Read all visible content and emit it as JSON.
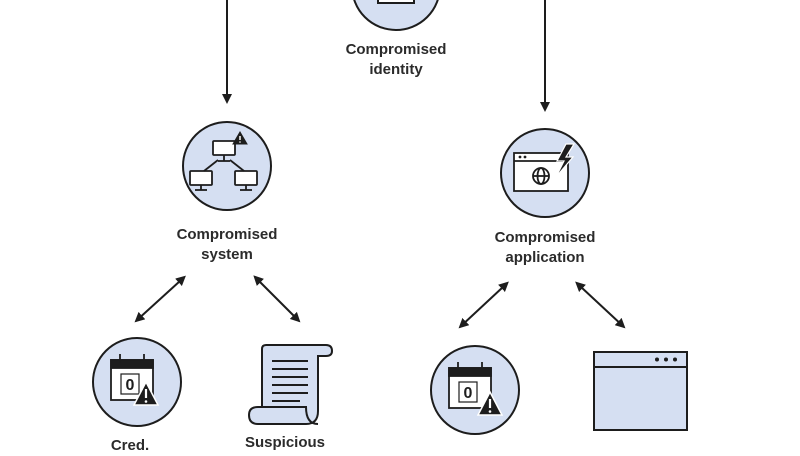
{
  "colors": {
    "node_fill": "#d5dff2",
    "stroke": "#1d1d1d",
    "white": "#ffffff"
  },
  "nodes": {
    "identity": {
      "line1": "Compromised",
      "line2": "identity",
      "icon": "id-card-icon"
    },
    "system": {
      "line1": "Compromised",
      "line2": "system",
      "icon": "network-alert-icon"
    },
    "application": {
      "line1": "Compromised",
      "line2": "application",
      "icon": "app-window-attack-icon"
    },
    "left_calendar": {
      "line1": "Cred.",
      "line2": "",
      "icon": "calendar-warning-icon",
      "day": "0"
    },
    "scroll": {
      "line1": "Suspicious",
      "line2": "",
      "icon": "scroll-icon"
    },
    "right_calendar": {
      "icon": "calendar-warning-icon",
      "day": "0"
    },
    "browser": {
      "icon": "browser-window-icon"
    }
  }
}
